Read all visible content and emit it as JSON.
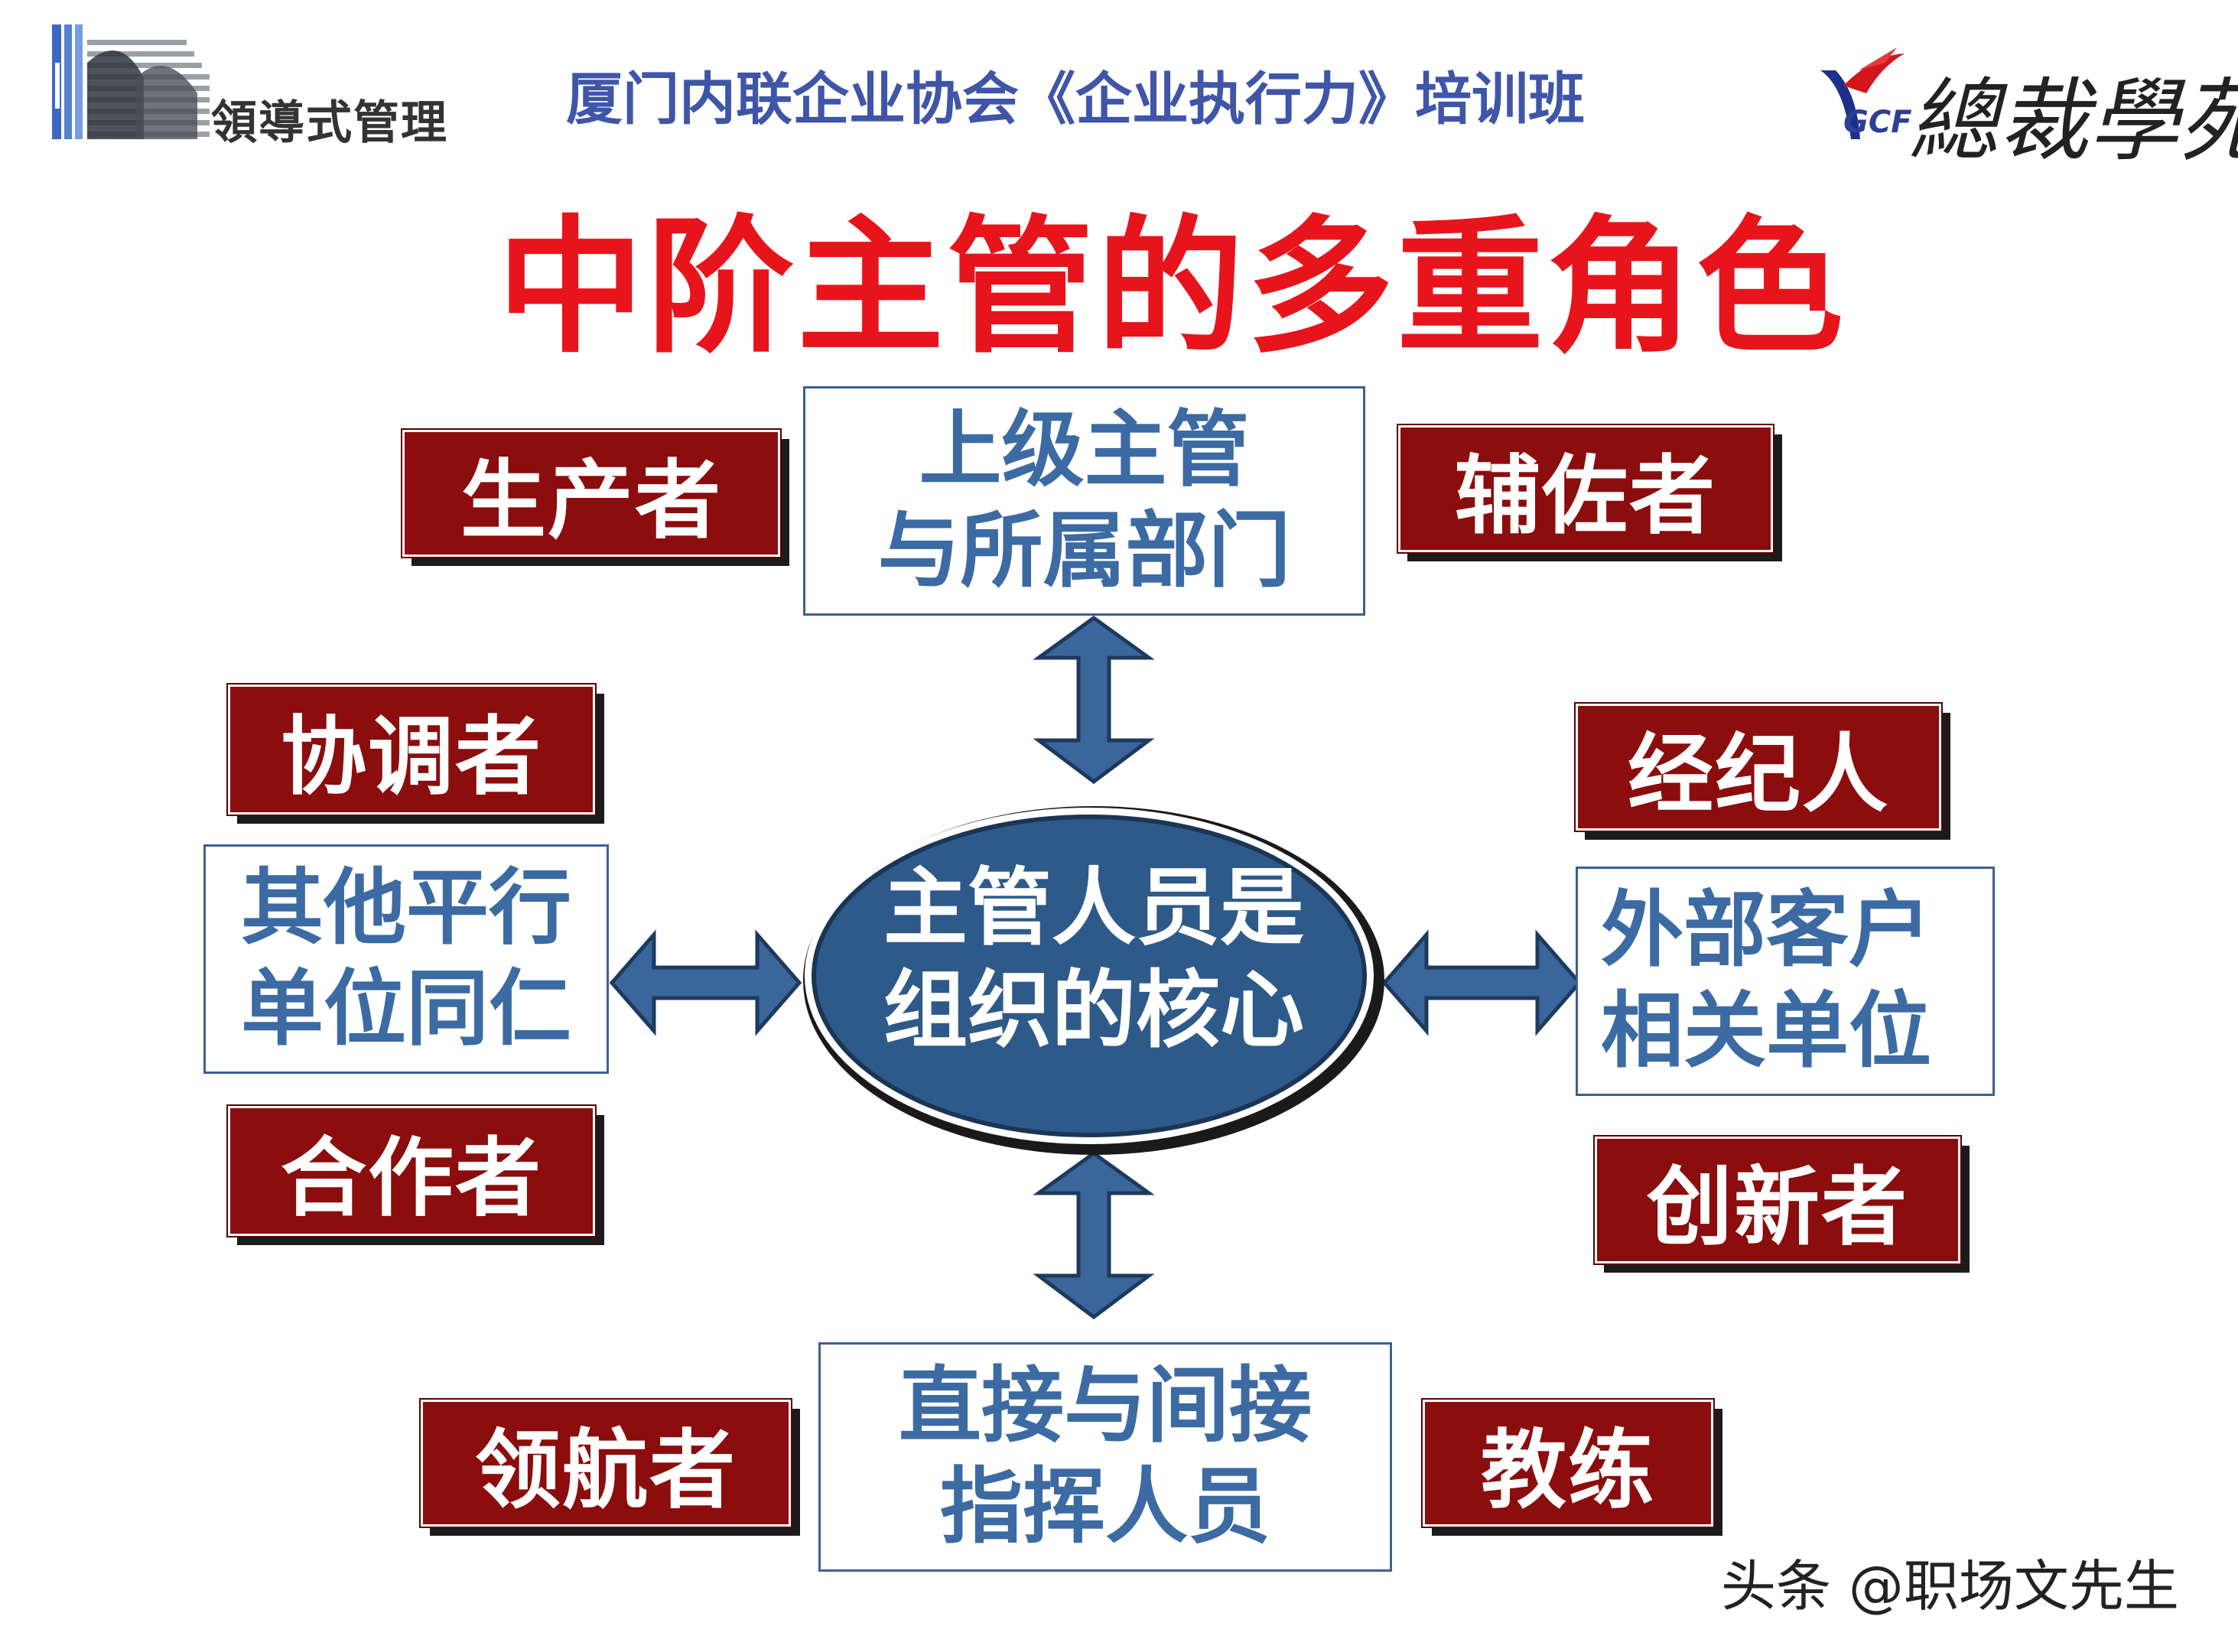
{
  "header": {
    "logo_left_text": "領導式管理",
    "title": "厦门内联企业协会《企业执行力》培训班",
    "logo_right_gcf": "GCF",
    "logo_right_text": "總裁學苑"
  },
  "main_title": "中阶主管的多重角色",
  "center": {
    "line1": "主管人员是",
    "line2": "组织的核心"
  },
  "entities": {
    "top": {
      "line1": "上级主管",
      "line2": "与所属部门"
    },
    "left": {
      "line1": "其他平行",
      "line2": "单位同仁"
    },
    "right": {
      "line1": "外部客户",
      "line2": "相关单位"
    },
    "bottom": {
      "line1": "直接与间接",
      "line2": "指挥人员"
    }
  },
  "roles": {
    "producer": "生产者",
    "assistant": "辅佐者",
    "coordinator": "协调者",
    "broker": "经纪人",
    "partner": "合作者",
    "innovator": "创新者",
    "navigator": "领航者",
    "coach": "教练"
  },
  "watermark": "头条 @职场文先生",
  "colors": {
    "role_fill": "#8b0d0d",
    "title_red": "#e8141b",
    "header_blue": "#3f55a8",
    "entity_text": "#3c6aa3",
    "arrow_fill": "#3a669c",
    "core_fill": "#2e5a8a"
  }
}
